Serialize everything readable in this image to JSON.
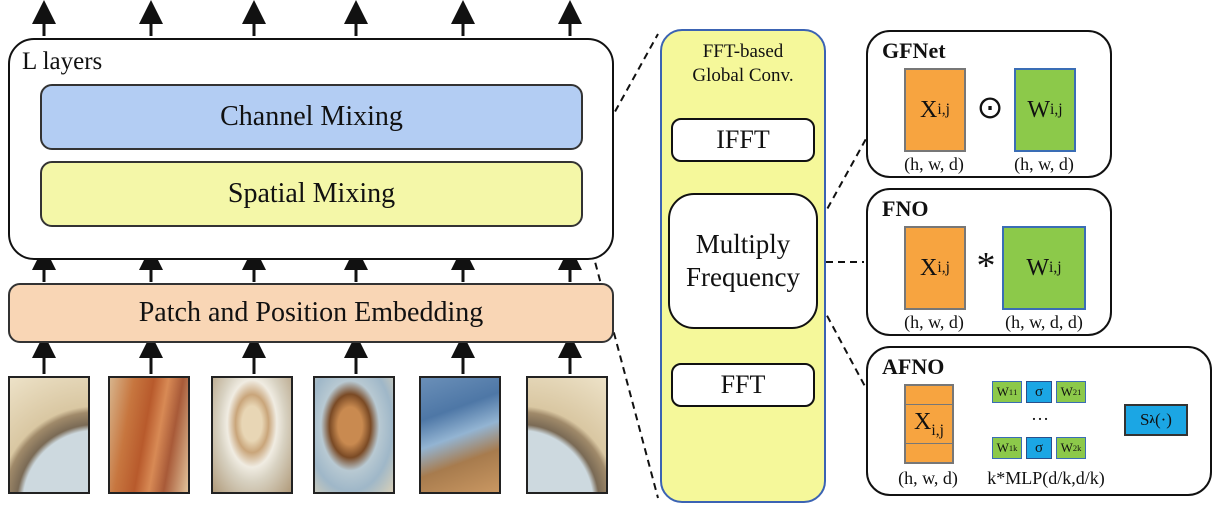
{
  "left": {
    "layers_label": "L layers",
    "channel_mixing": "Channel Mixing",
    "spatial_mixing": "Spatial Mixing",
    "embedding": "Patch and Position Embedding"
  },
  "middle": {
    "title_line1": "FFT-based",
    "title_line2": "Global Conv.",
    "ifft": "IFFT",
    "multiply_line1": "Multiply",
    "multiply_line2": "Frequency",
    "fft": "FFT"
  },
  "gfnet": {
    "title": "GFNet",
    "x": "X",
    "x_sub": "i,j",
    "op": "⊙",
    "w": "W",
    "w_sub": "i,j",
    "x_dims": "(h, w, d)",
    "w_dims": "(h, w, d)"
  },
  "fno": {
    "title": "FNO",
    "x": "X",
    "x_sub": "i,j",
    "op": "*",
    "w": "W",
    "w_sub": "i,j",
    "x_dims": "(h, w, d)",
    "w_dims": "(h, w, d, d)"
  },
  "afno": {
    "title": "AFNO",
    "x": "X",
    "x_sub": "i,j",
    "row1": {
      "w1": "W",
      "w1_sup": "1",
      "w1_sub": "1",
      "sigma": "σ",
      "w2": "W",
      "w2_sup": "2",
      "w2_sub": "1"
    },
    "rowk": {
      "w1": "W",
      "w1_sup": "1",
      "w1_sub": "k",
      "sigma": "σ",
      "w2": "W",
      "w2_sup": "2",
      "w2_sub": "k"
    },
    "dots": "…",
    "s_label": "S",
    "s_sub": "λ",
    "s_suffix": "(·)",
    "x_dims": "(h, w, d)",
    "mlp_dims": "k*MLP(d/k,d/k)"
  },
  "colors": {
    "channel": "#b3cdf3",
    "spatial": "#f4f7a8",
    "embedding": "#f9d6b5",
    "fft_panel": "#f5f89a",
    "x_orange": "#f7a440",
    "w_green": "#8cc94a",
    "sigma_blue": "#1ba6e4"
  }
}
